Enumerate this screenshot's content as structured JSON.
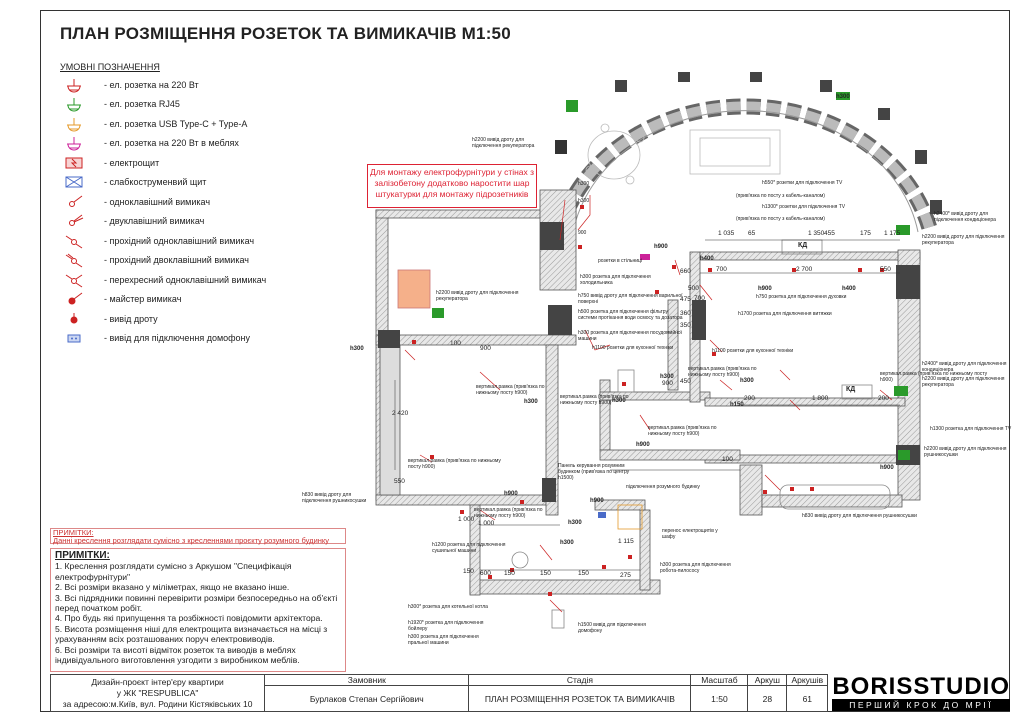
{
  "title": "ПЛАН РОЗМІЩЕННЯ РОЗЕТОК ТА ВИМИКАЧІВ М1:50",
  "legend": {
    "title": "УМОВНІ ПОЗНАЧЕННЯ",
    "items": [
      {
        "label": "- ел. розетка на 220 Вт",
        "icon": "socket-220-icon",
        "color": "#cc2222"
      },
      {
        "label": "- ел. розетка RJ45",
        "icon": "socket-rj45-icon",
        "color": "#2a9a2a"
      },
      {
        "label": "- ел. розетка USB Type-C + Type-A",
        "icon": "socket-usb-icon",
        "color": "#e59a2a"
      },
      {
        "label": "- ел. розетка на 220 Вт в меблях",
        "icon": "socket-furniture-icon",
        "color": "#cc2299"
      },
      {
        "label": "- електрощит",
        "icon": "electrical-panel-icon",
        "color": "#cc2222"
      },
      {
        "label": "- слабкоструменвий щит",
        "icon": "low-current-panel-icon",
        "color": "#4a6bc8"
      },
      {
        "label": "- одноклавішний вимикач",
        "icon": "switch-single-icon",
        "color": "#cc2222"
      },
      {
        "label": "- двуклавішний вимикач",
        "icon": "switch-double-icon",
        "color": "#cc2222"
      },
      {
        "label": "- прохідний одноклавішний вимикач",
        "icon": "passthrough-single-icon",
        "color": "#cc2222"
      },
      {
        "label": "- прохідний двоклавішний вимикач",
        "icon": "passthrough-double-icon",
        "color": "#cc2222"
      },
      {
        "label": "- перехресний одноклавішний вимикач",
        "icon": "cross-switch-icon",
        "color": "#cc2222"
      },
      {
        "label": "- майстер вимикач",
        "icon": "master-switch-icon",
        "color": "#cc2222"
      },
      {
        "label": "- вивід дроту",
        "icon": "wire-outlet-icon",
        "color": "#cc2222"
      },
      {
        "label": "- вивід для підключення домофону",
        "icon": "intercom-outlet-icon",
        "color": "#4a6bc8"
      }
    ]
  },
  "red_note": "Для монтажу електрофурнітури у стінах з залізобетону додатково наростити шар штукатурки для монтажу підрозетників",
  "notes_header": {
    "title": "ПРИМІТКИ:",
    "text": "Данні креслення розглядати сумісно з кресленнями проєкту розумного будинку"
  },
  "notes": {
    "title": "ПРИМІТКИ:",
    "items": [
      "1. Креслення розглядати сумісно з Аркушом \"Специфікація електрофурнітури\"",
      "2. Всі розміри вказано у міліметрах, якщо не вказано інше.",
      "3. Всі підрядники повинні перевірити розміри безпосередньо на об'єкті перед початком робіт.",
      "4. Про будь які припущення та розбіжності повідомити архітектора.",
      "5. Висота розміщення ніші для електрощита визначається на місці з урахуванням всіх розташованих поруч електровиводів.",
      "6. Всі розміри та висоті відміток розеток та виводів в меблях індивідуального виготовлення узгодити з виробником меблів."
    ]
  },
  "plan": {
    "labels": [
      "h2200 вивід дроту для підключення рекуператора",
      "h300",
      "h300",
      "900",
      "h550* розетки для підключення TV",
      "(прив'язка по посту з кабель-каналом)",
      "h1300* розетки для підключення TV",
      "(прив'язка по посту з кабель-каналом)",
      "h2400* вивід дроту для підключення кондиціонера",
      "h2200 вивід дроту для підключення рекуператора",
      "розетки в стільниці",
      "h300 розетка для підключення холодильника",
      "h750 вивід дроту для підключення варильної поверхні",
      "h500 розетка для підключення фільтру системи протікання води осмосу та дозатора",
      "h300 розетка для підключення посудомийної машини",
      "h1100 розетки для кухонної техніки",
      "h750 розетка для підключення духовки",
      "h1700 розетка для підключення витяжки",
      "h1100 розетки для кухонної техніки",
      "h2200 вивід дроту для підключення рекуператора",
      "вертикал.рамка (прив'язка по нижньому посту h900)",
      "вертикал.рамка (прив'язка по нижньому посту h900)",
      "вертикал.рамка (прив'язка по нижньому посту h900)",
      "вертикал.рамка (прив'язка по нижньому посту h900)",
      "вертикал.рамка (прив'язка по нижньому посту h900)",
      "h2400* вивід дроту для підключення кондиціонера",
      "h2200 вивід дроту для підключення рекуператора",
      "h830 вивід дроту для підключення рушникосушки",
      "h1300 розетка для підключення TV",
      "h2200 вивід дроту для підключення рушникосушки",
      "вертикал.рамка (прив'язка по нижньому посту h900)",
      "Панель керування розумним будинком (прив'язка по центру h1500)",
      "підключення розумного будинку",
      "h830 вивід дроту для підключення рушникосушки",
      "вертикал.рамка (прив'язка по нижньому посту h900)",
      "перенос електрощитів у шафу",
      "h1200 розетка для підключення сушильної машини",
      "h300 розетка для підключення робота-пилососу",
      "h300* розетка для котельної котла",
      "h1920* розетка для підключення бойлеру",
      "h300 розетка для підключення пральної машини",
      "h1500 вивід для підключення домофону"
    ],
    "dims": [
      "1 035",
      "65",
      "1 350",
      "455",
      "175",
      "1 175",
      "700",
      "2 700",
      "550",
      "700",
      "2 420",
      "550",
      "1 000",
      "1 000",
      "200",
      "1 800",
      "200",
      "100",
      "150",
      "600",
      "150",
      "150",
      "150",
      "1 115",
      "275",
      "500",
      "360",
      "350",
      "475",
      "660",
      "900",
      "450",
      "100",
      "900"
    ],
    "heights": [
      "h300",
      "h300",
      "h400",
      "h400",
      "h900",
      "h300",
      "h900",
      "h900",
      "h900",
      "h900",
      "h300",
      "h300",
      "h300",
      "h900",
      "h150",
      "h300",
      "h300"
    ],
    "room_tags": [
      "КД",
      "КД"
    ]
  },
  "stamp": {
    "project_line1": "Дизайн-проєкт інтер'єру квартири",
    "project_line2": "у ЖК \"RESPUBLICA\"",
    "project_line3": "за адресою:м.Київ, вул. Родини Кістяківських 10",
    "client_label": "Замовник",
    "client_value": "Бурлаков Степан Сергійович",
    "stage_label": "Стадія",
    "stage_value": "ПЛАН РОЗМІЩЕННЯ РОЗЕТОК ТА ВИМИКАЧІВ",
    "scale_label": "Масштаб",
    "scale_value": "1:50",
    "sheet_label": "Аркуш",
    "sheet_value": "28",
    "sheets_label": "Аркушів",
    "sheets_value": "61",
    "logo": "BORISSTUDIO",
    "slogan": "ПЕРШИЙ КРОК ДО МРІЇ"
  },
  "colors": {
    "red": "#cc2222",
    "green": "#2a9a2a",
    "wall": "#555555",
    "hatch": "#c9c9c9",
    "orange": "#f5b08a"
  }
}
